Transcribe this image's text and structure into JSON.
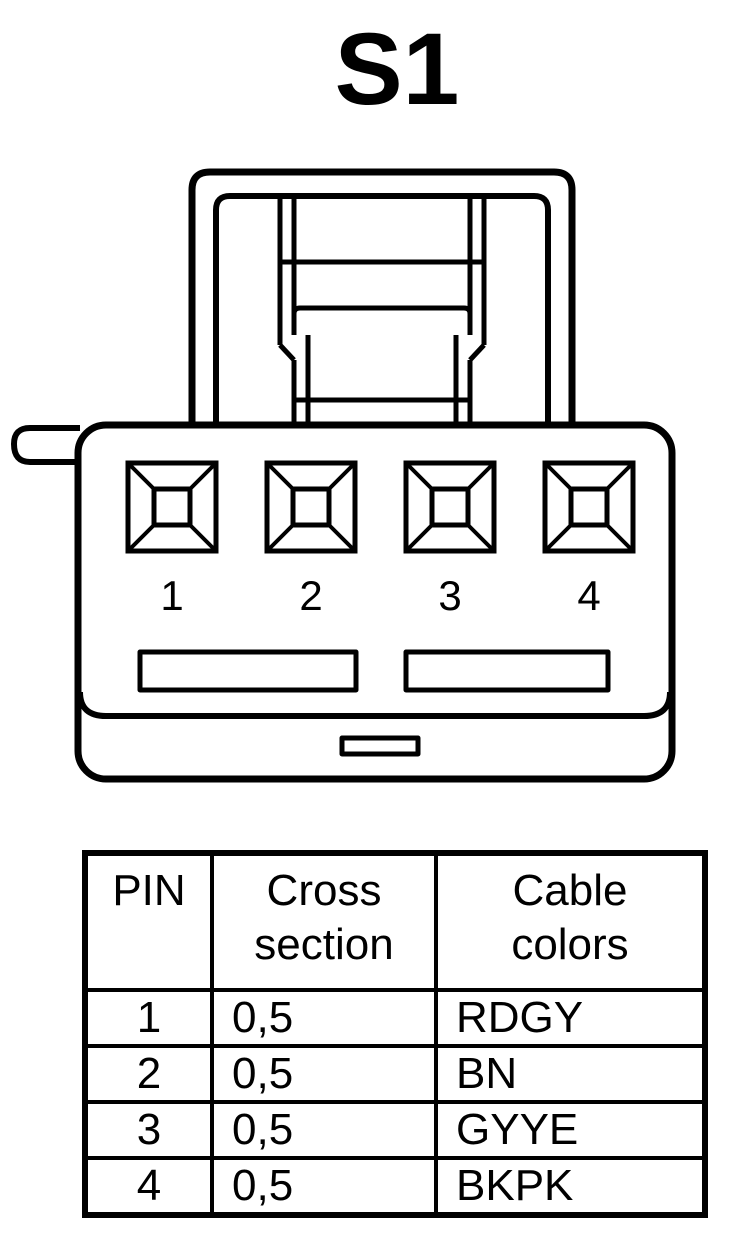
{
  "title": "S1",
  "connector": {
    "pins": [
      "1",
      "2",
      "3",
      "4"
    ]
  },
  "table": {
    "headers": {
      "pin": "PIN",
      "cross_section": [
        "Cross",
        "section"
      ],
      "cable_colors": [
        "Cable",
        "colors"
      ]
    },
    "rows": [
      {
        "pin": "1",
        "cross_section": "0,5",
        "color": "RDGY"
      },
      {
        "pin": "2",
        "cross_section": "0,5",
        "color": "BN"
      },
      {
        "pin": "3",
        "cross_section": "0,5",
        "color": "GYYE"
      },
      {
        "pin": "4",
        "cross_section": "0,5",
        "color": "BKPK"
      }
    ]
  }
}
